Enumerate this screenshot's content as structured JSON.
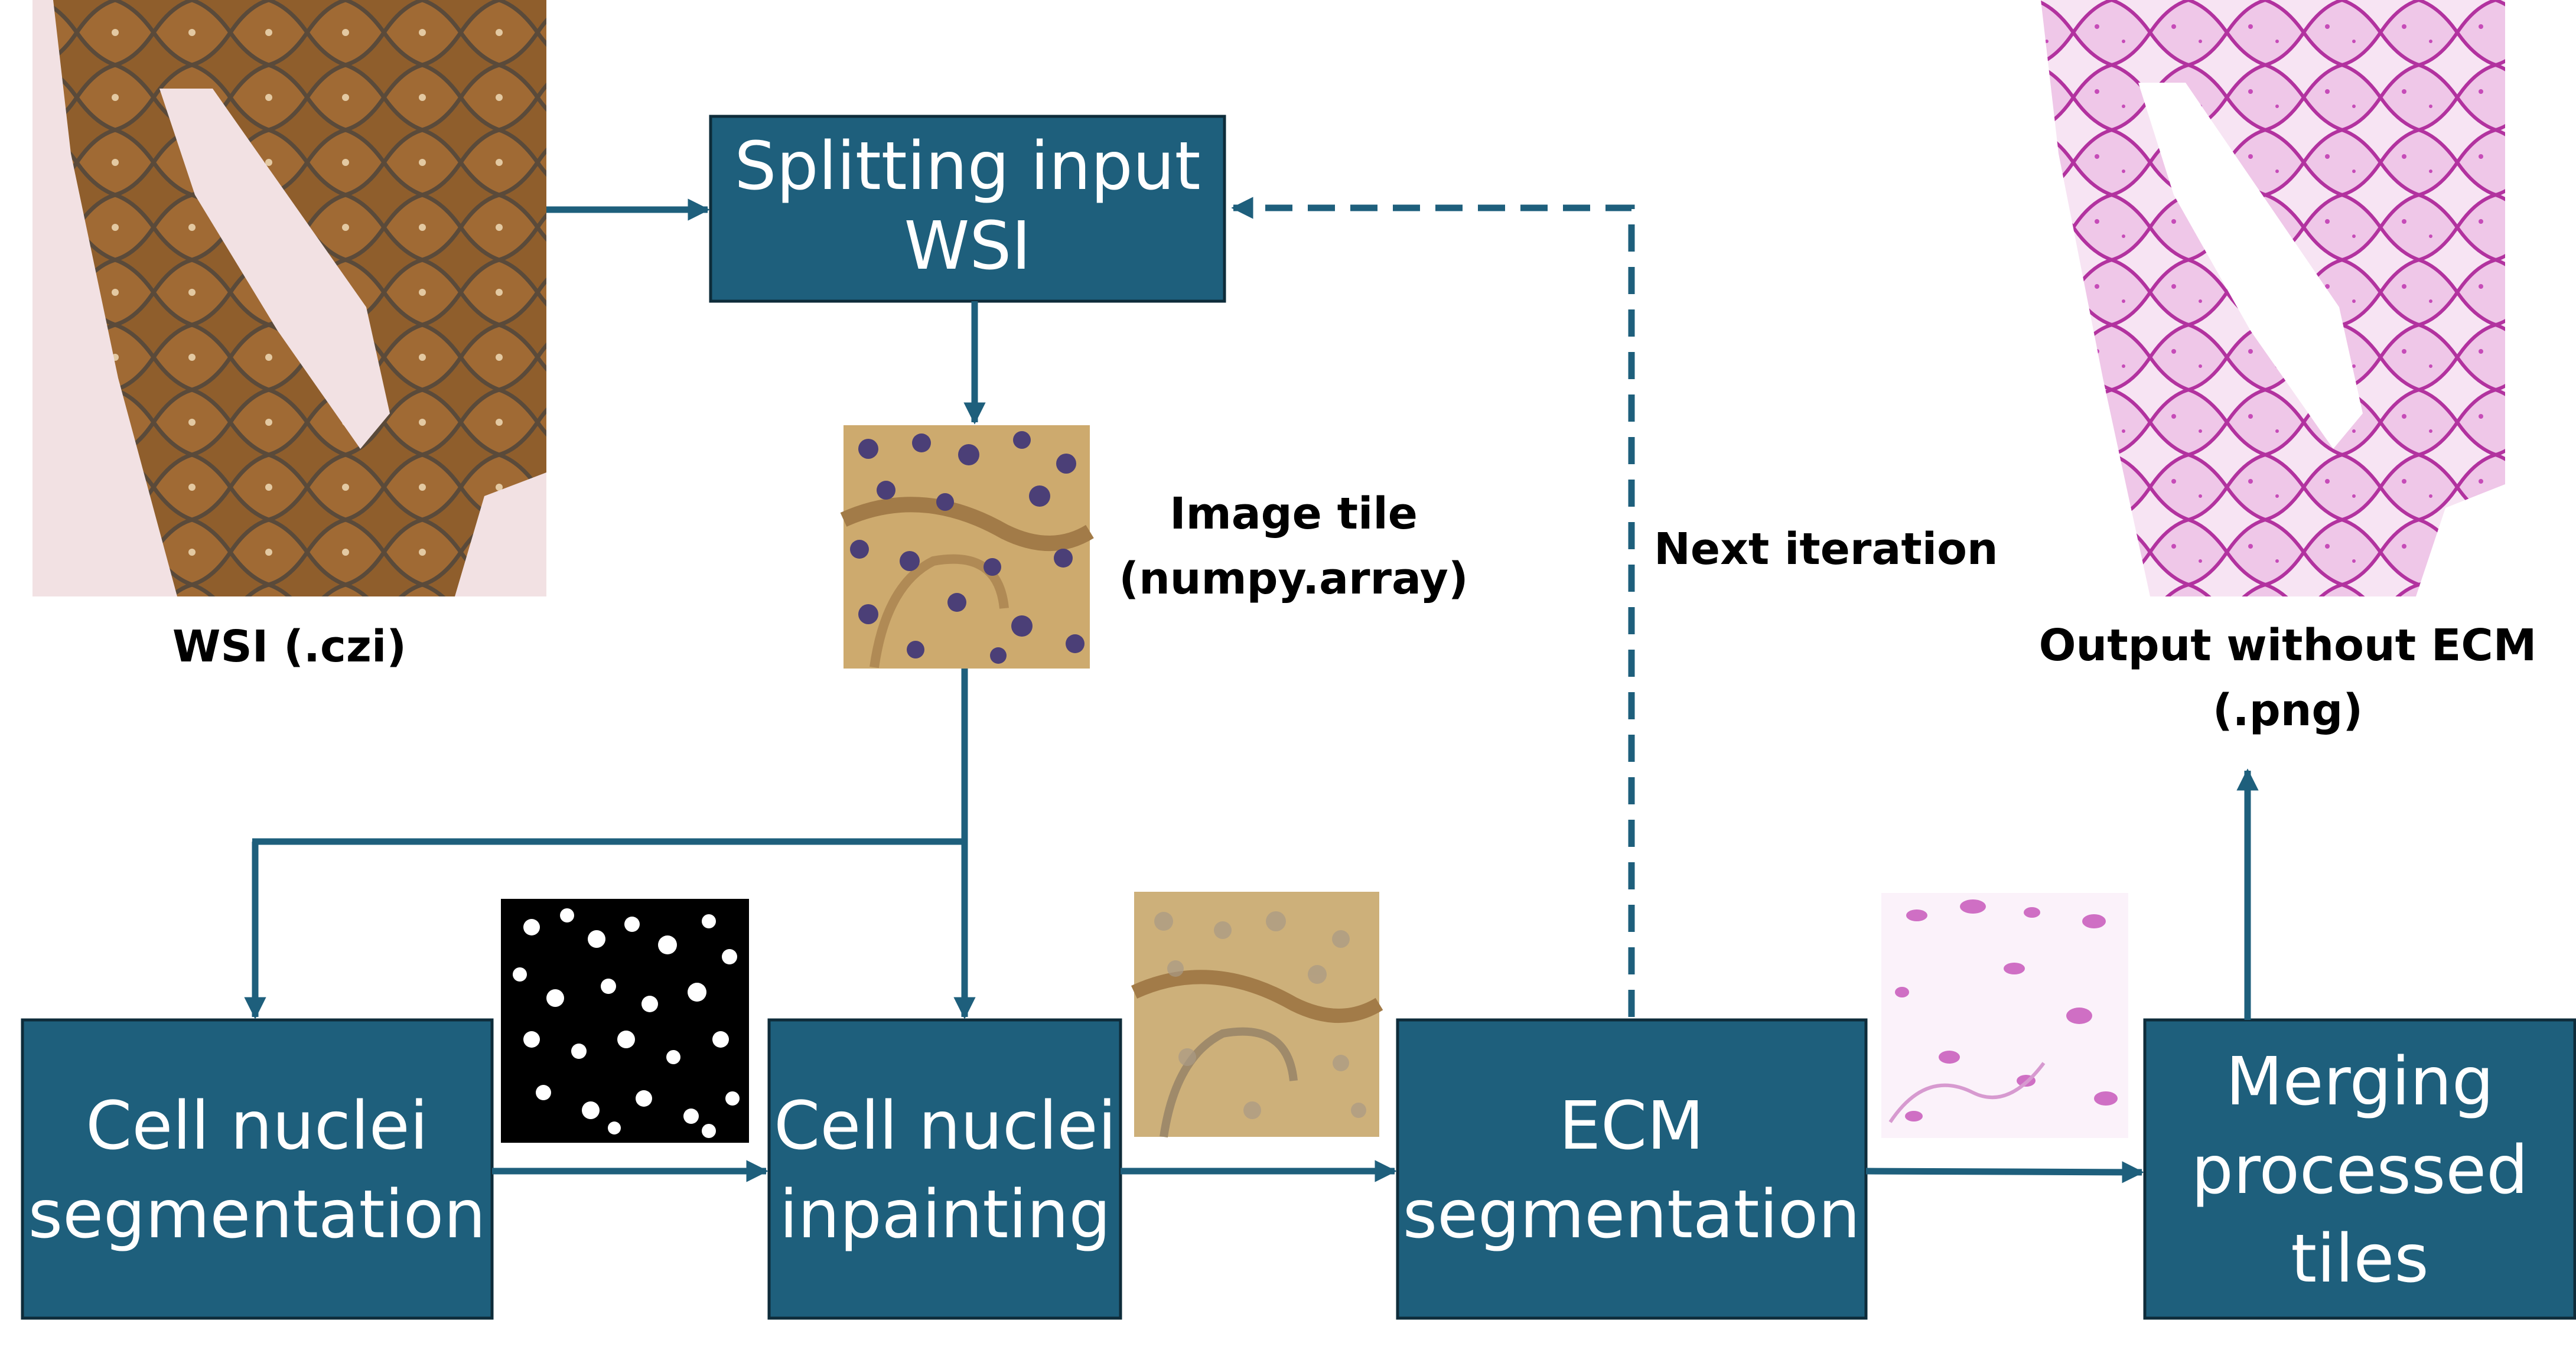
{
  "nodes": {
    "split": {
      "label_lines": [
        "Splitting input",
        "WSI"
      ]
    },
    "nuclei_seg": {
      "label_lines": [
        "Cell nuclei",
        "segmentation"
      ]
    },
    "inpaint": {
      "label_lines": [
        "Cell nuclei",
        "inpainting"
      ]
    },
    "ecm_seg": {
      "label_lines": [
        "ECM",
        "segmentation"
      ]
    },
    "merge": {
      "label_lines": [
        "Merging",
        "processed",
        "tiles"
      ]
    }
  },
  "labels": {
    "wsi": "WSI (.czi)",
    "tile_line1": "Image tile",
    "tile_line2": "(numpy.array)",
    "next_iteration": "Next iteration",
    "output_line1": "Output without ECM",
    "output_line2": "(.png)"
  },
  "colors": {
    "box_fill": "#1e5f7c",
    "box_text": "#ffffff",
    "arrow": "#1e5f7c",
    "tissue_brown": "#8a5a2b",
    "output_magenta": "#c64bb8",
    "nuclei_purple": "#4b3f77"
  }
}
